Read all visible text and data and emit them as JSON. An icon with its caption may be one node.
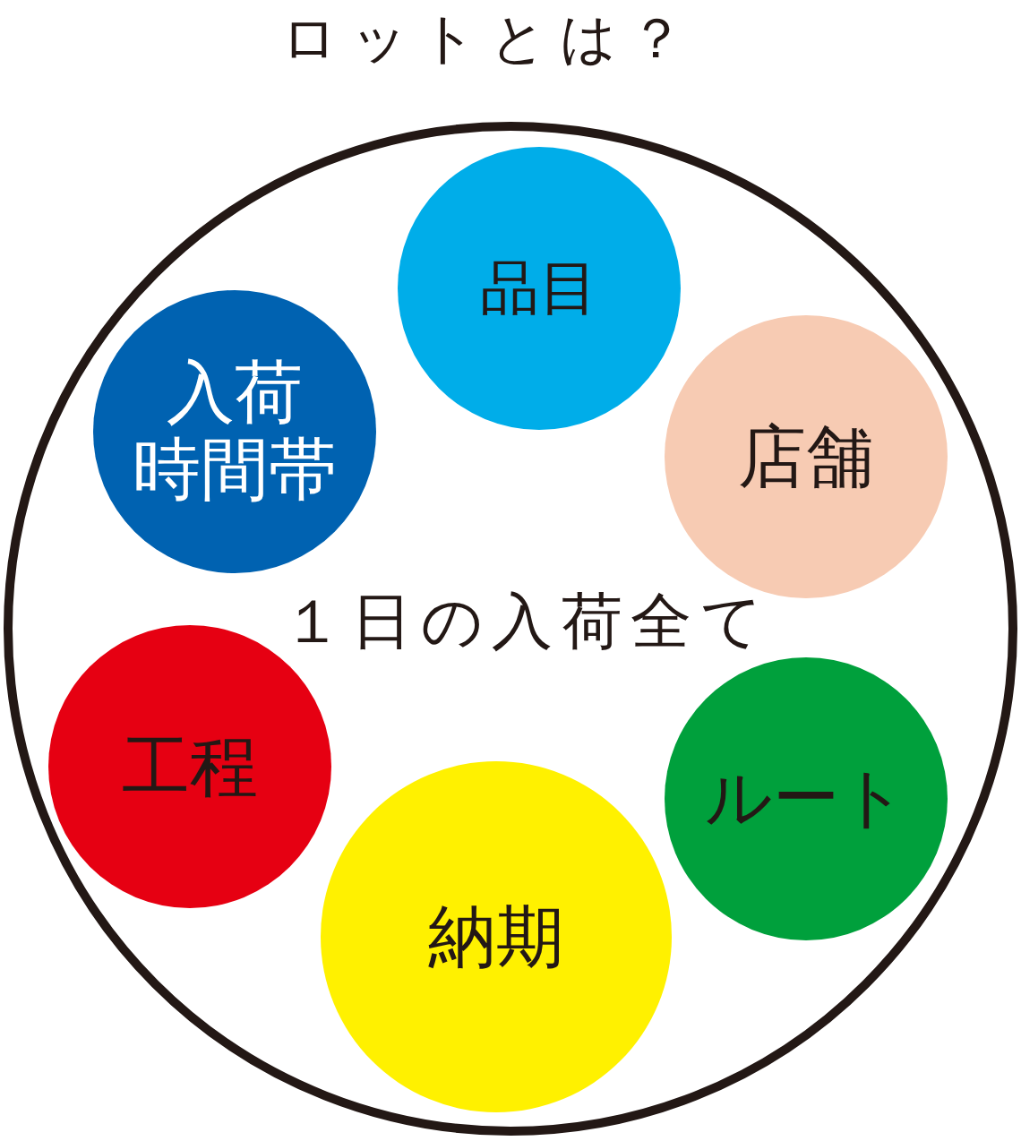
{
  "diagram": {
    "title": "ロットとは？",
    "nodes": [
      {
        "text": [
          "１日の入荷全て"
        ]
      },
      {
        "text": [
          "品目"
        ],
        "in": 0
      },
      {
        "text": [
          "入荷時間帯"
        ],
        "in": 0
      },
      {
        "text": [
          "店舗"
        ],
        "in": 0
      },
      {
        "text": [
          "工程"
        ],
        "in": 0
      },
      {
        "text": [
          "ルート"
        ],
        "in": 0
      },
      {
        "text": [
          "納期"
        ],
        "in": 0
      }
    ]
  }
}
